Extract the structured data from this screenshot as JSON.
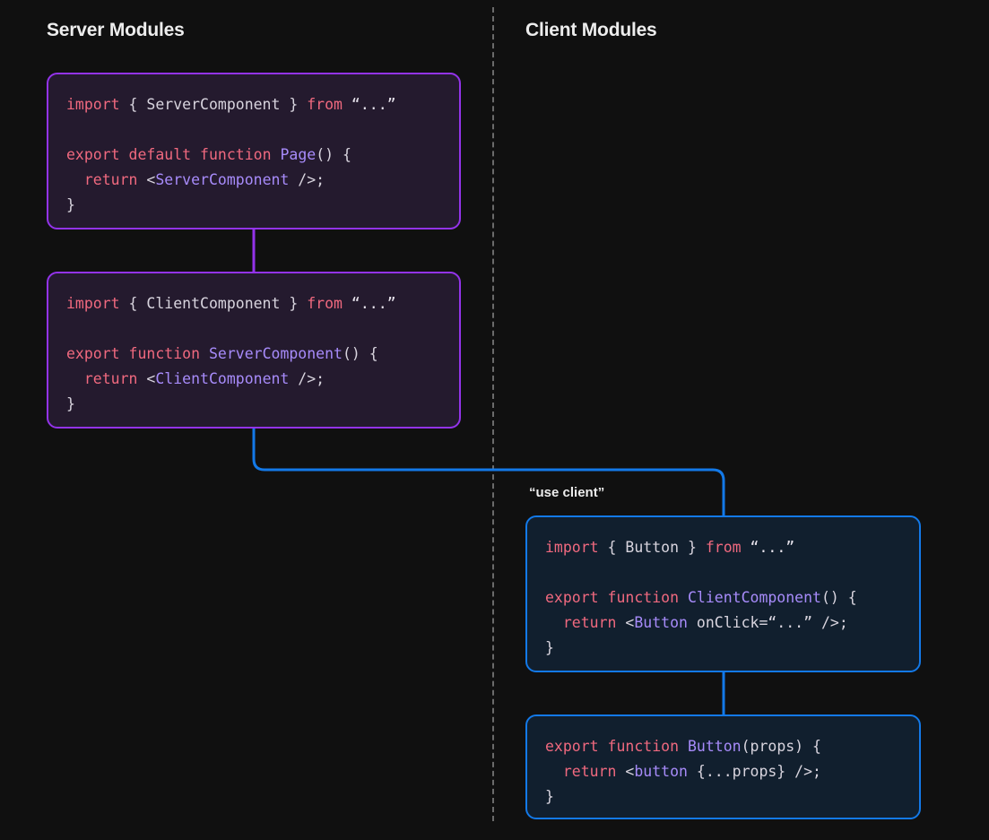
{
  "columns": {
    "server_heading": "Server Modules",
    "client_heading": "Client Modules"
  },
  "directive": {
    "use_client": "“use client”"
  },
  "colors": {
    "page_background": "#101010",
    "server_block_background": "#241a2e",
    "server_block_border": "#9333ea",
    "client_block_background": "#111f2e",
    "client_block_border": "#1379e8",
    "divider": "#6b6b6b",
    "keyword": "#f0697f",
    "component": "#a78bfa",
    "plain": "#d8d4de",
    "heading_text": "#ededed"
  },
  "blocks": {
    "page": {
      "name": "Page",
      "lines": [
        {
          "tokens": [
            {
              "text": "import",
              "type": "keyword"
            },
            {
              "text": " { ",
              "type": "plain"
            },
            {
              "text": "ServerComponent",
              "type": "plain"
            },
            {
              "text": " } ",
              "type": "plain"
            },
            {
              "text": "from",
              "type": "keyword"
            },
            {
              "text": " “...”",
              "type": "string"
            }
          ]
        },
        {
          "tokens": []
        },
        {
          "tokens": [
            {
              "text": "export",
              "type": "keyword"
            },
            {
              "text": " ",
              "type": "plain"
            },
            {
              "text": "default",
              "type": "keyword"
            },
            {
              "text": " ",
              "type": "plain"
            },
            {
              "text": "function",
              "type": "keyword"
            },
            {
              "text": " ",
              "type": "plain"
            },
            {
              "text": "Page",
              "type": "component"
            },
            {
              "text": "() {",
              "type": "plain"
            }
          ]
        },
        {
          "tokens": [
            {
              "text": "  ",
              "type": "plain"
            },
            {
              "text": "return",
              "type": "keyword"
            },
            {
              "text": " <",
              "type": "plain"
            },
            {
              "text": "ServerComponent",
              "type": "component"
            },
            {
              "text": " />;",
              "type": "plain"
            }
          ]
        },
        {
          "tokens": [
            {
              "text": "}",
              "type": "plain"
            }
          ]
        }
      ]
    },
    "servercomp": {
      "name": "ServerComponent",
      "lines": [
        {
          "tokens": [
            {
              "text": "import",
              "type": "keyword"
            },
            {
              "text": " { ",
              "type": "plain"
            },
            {
              "text": "ClientComponent",
              "type": "plain"
            },
            {
              "text": " } ",
              "type": "plain"
            },
            {
              "text": "from",
              "type": "keyword"
            },
            {
              "text": " “...”",
              "type": "string"
            }
          ]
        },
        {
          "tokens": []
        },
        {
          "tokens": [
            {
              "text": "export",
              "type": "keyword"
            },
            {
              "text": " ",
              "type": "plain"
            },
            {
              "text": "function",
              "type": "keyword"
            },
            {
              "text": " ",
              "type": "plain"
            },
            {
              "text": "ServerComponent",
              "type": "component"
            },
            {
              "text": "() {",
              "type": "plain"
            }
          ]
        },
        {
          "tokens": [
            {
              "text": "  ",
              "type": "plain"
            },
            {
              "text": "return",
              "type": "keyword"
            },
            {
              "text": " <",
              "type": "plain"
            },
            {
              "text": "ClientComponent",
              "type": "component"
            },
            {
              "text": " />;",
              "type": "plain"
            }
          ]
        },
        {
          "tokens": [
            {
              "text": "}",
              "type": "plain"
            }
          ]
        }
      ]
    },
    "clientcomp": {
      "name": "ClientComponent",
      "lines": [
        {
          "tokens": [
            {
              "text": "import",
              "type": "keyword"
            },
            {
              "text": " { ",
              "type": "plain"
            },
            {
              "text": "Button",
              "type": "plain"
            },
            {
              "text": " } ",
              "type": "plain"
            },
            {
              "text": "from",
              "type": "keyword"
            },
            {
              "text": " “...”",
              "type": "string"
            }
          ]
        },
        {
          "tokens": []
        },
        {
          "tokens": [
            {
              "text": "export",
              "type": "keyword"
            },
            {
              "text": " ",
              "type": "plain"
            },
            {
              "text": "function",
              "type": "keyword"
            },
            {
              "text": " ",
              "type": "plain"
            },
            {
              "text": "ClientComponent",
              "type": "component"
            },
            {
              "text": "() {",
              "type": "plain"
            }
          ]
        },
        {
          "tokens": [
            {
              "text": "  ",
              "type": "plain"
            },
            {
              "text": "return",
              "type": "keyword"
            },
            {
              "text": " <",
              "type": "plain"
            },
            {
              "text": "Button",
              "type": "component"
            },
            {
              "text": " onClick=“...” />;",
              "type": "plain"
            }
          ]
        },
        {
          "tokens": [
            {
              "text": "}",
              "type": "plain"
            }
          ]
        }
      ]
    },
    "button": {
      "name": "Button",
      "lines": [
        {
          "tokens": [
            {
              "text": "export",
              "type": "keyword"
            },
            {
              "text": " ",
              "type": "plain"
            },
            {
              "text": "function",
              "type": "keyword"
            },
            {
              "text": " ",
              "type": "plain"
            },
            {
              "text": "Button",
              "type": "component"
            },
            {
              "text": "(props) {",
              "type": "plain"
            }
          ]
        },
        {
          "tokens": [
            {
              "text": "  ",
              "type": "plain"
            },
            {
              "text": "return",
              "type": "keyword"
            },
            {
              "text": " <",
              "type": "plain"
            },
            {
              "text": "button",
              "type": "component"
            },
            {
              "text": " {...props} />;",
              "type": "plain"
            }
          ]
        },
        {
          "tokens": [
            {
              "text": "}",
              "type": "plain"
            }
          ]
        }
      ]
    }
  },
  "connectors": [
    {
      "name": "page-to-servercomponent",
      "color": "#9333ea",
      "from": "page",
      "to": "servercomp"
    },
    {
      "name": "servercomponent-to-clientcomponent",
      "color": "#1379e8",
      "from": "servercomp",
      "to": "clientcomp"
    },
    {
      "name": "clientcomponent-to-button",
      "color": "#1379e8",
      "from": "clientcomp",
      "to": "button"
    }
  ]
}
